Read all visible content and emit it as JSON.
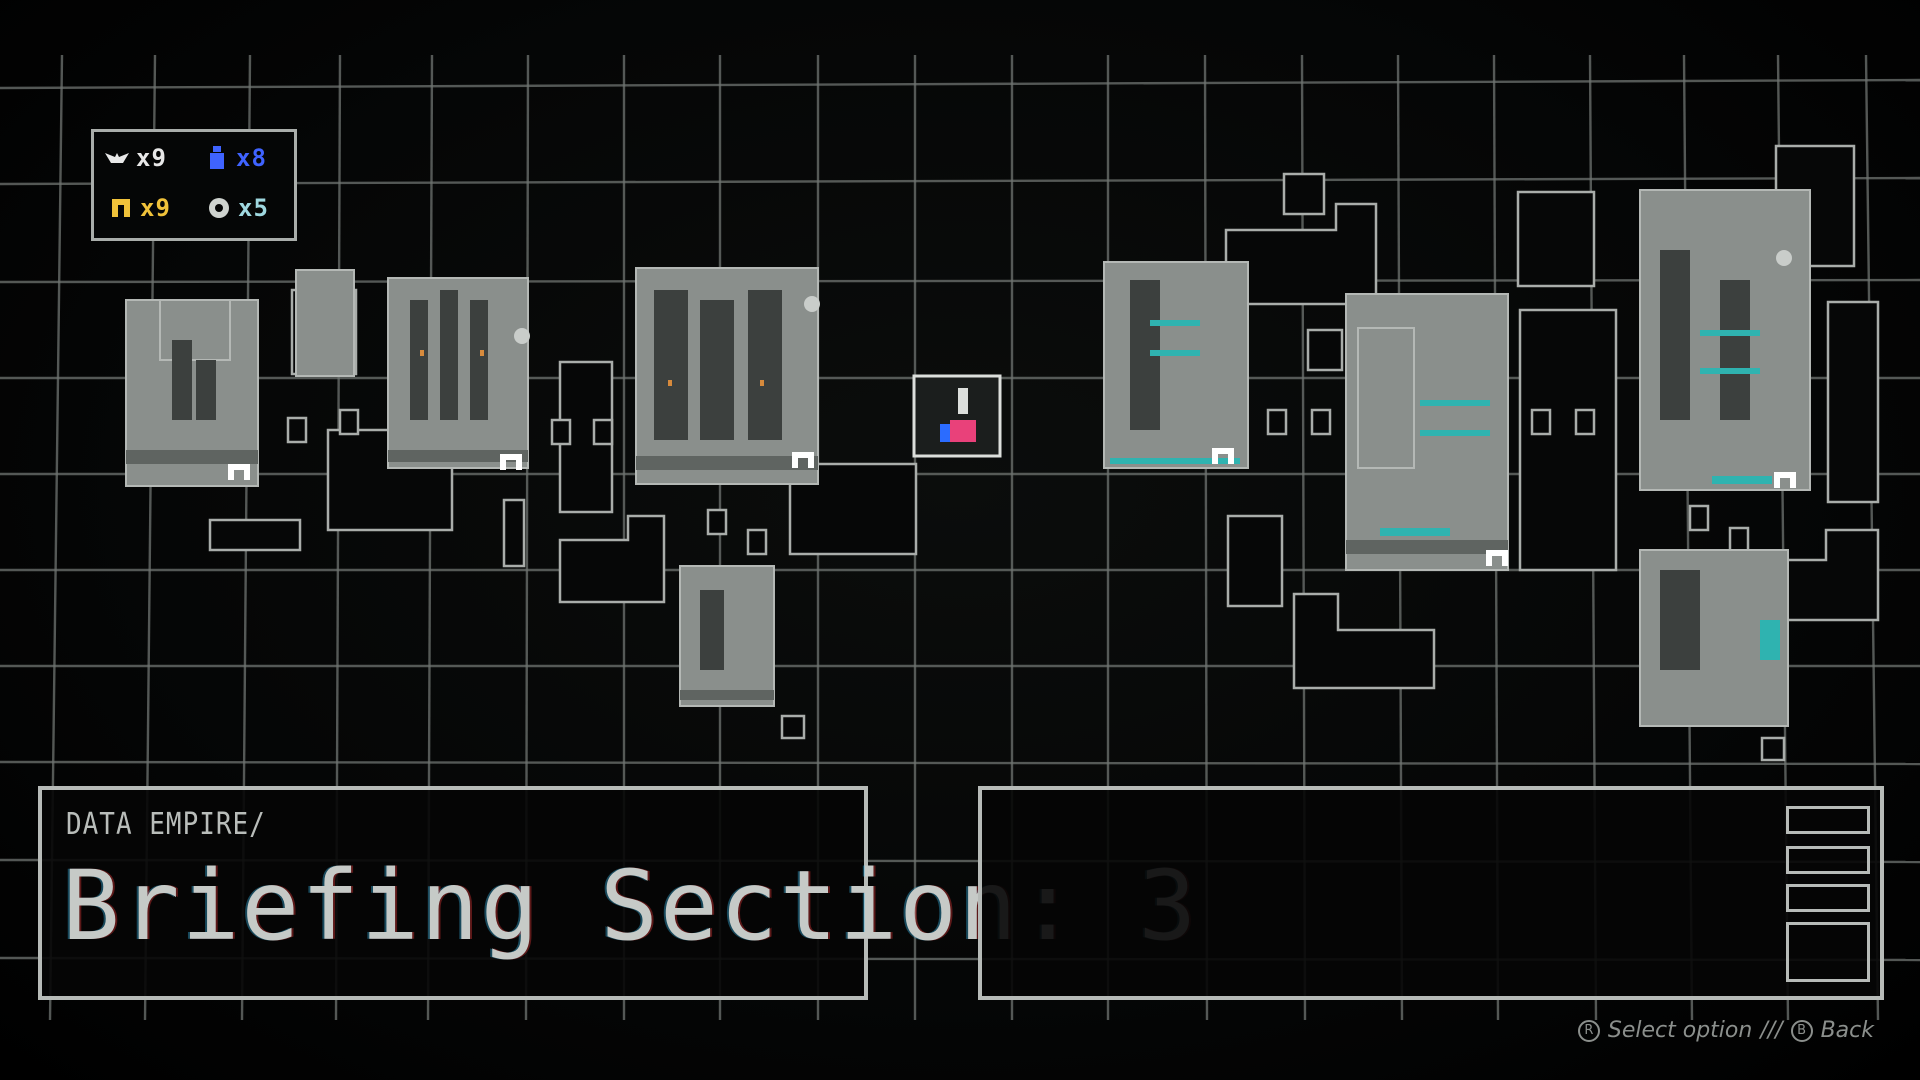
{
  "collectibles": [
    {
      "icon": "wings-icon",
      "label": "x9",
      "color": "#e8e8e8"
    },
    {
      "icon": "blue-figure-icon",
      "label": "x8",
      "color": "#3f63ff"
    },
    {
      "icon": "horseshoe-icon",
      "label": "x9",
      "color": "#f0c23a"
    },
    {
      "icon": "gear-icon",
      "label": "x5",
      "color": "#9fd8e0"
    }
  ],
  "briefing": {
    "subtitle": "DATA EMPIRE/",
    "title": "Briefing Section: 3"
  },
  "controls": {
    "select_button": "R",
    "select_label": "Select option",
    "separator": "///",
    "back_button": "B",
    "back_label": "Back"
  },
  "colors": {
    "accent_teal": "#2fb3b0",
    "grid": "#6f7471",
    "building": "#8a8f8c"
  }
}
